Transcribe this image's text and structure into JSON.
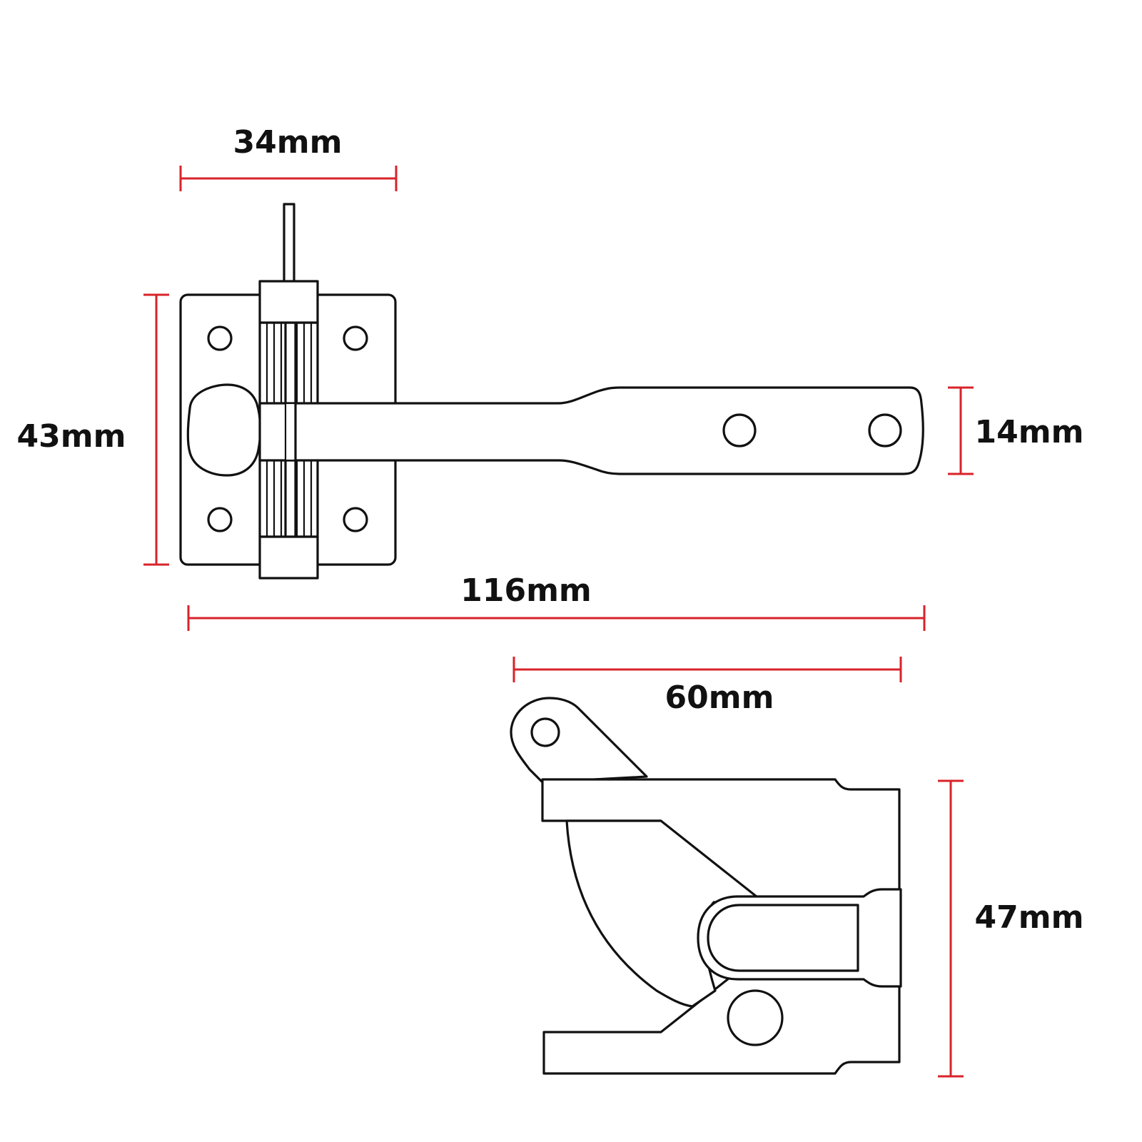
{
  "colors": {
    "dimension_line": "#d8232a",
    "outline": "#111111",
    "background": "#ffffff"
  },
  "dimensions": {
    "plate_width": "34mm",
    "plate_height": "43mm",
    "arm_width": "14mm",
    "total_length": "116mm",
    "catch_width": "60mm",
    "catch_height": "47mm"
  }
}
